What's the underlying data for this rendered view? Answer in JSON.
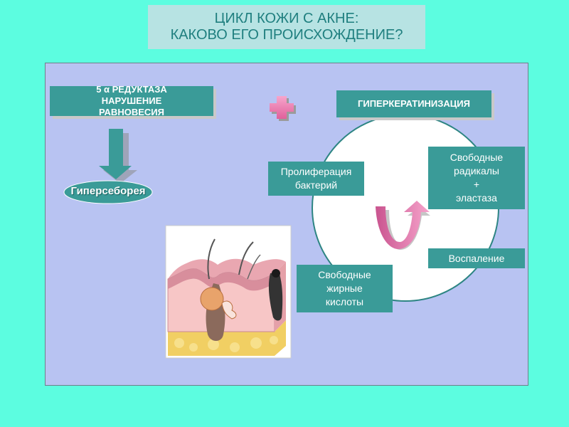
{
  "title": {
    "line1": "ЦИКЛ КОЖИ С АКНЕ:",
    "line2": "КАКОВО ЕГО ПРОИСХОЖДЕНИЕ?"
  },
  "left_box": {
    "line1": "5 α РЕДУКТАЗА",
    "line2": "НАРУШЕНИЕ",
    "line3": "РАВНОВЕСИЯ"
  },
  "hyperkeratinization": "ГИПЕРКЕРАТИНИЗАЦИЯ",
  "hyperseborrhea": "Гиперсеборея",
  "bacteria": {
    "line1": "Пролиферация",
    "line2": "бактерий"
  },
  "free_radicals": {
    "line1": "Свободные",
    "line2": "радикалы",
    "line3": "+",
    "line4": "эластаза"
  },
  "inflammation": "Воспаление",
  "fatty_acids": {
    "line1": "Свободные",
    "line2": "жирные",
    "line3": "кислоты"
  },
  "colors": {
    "background": "#5cfde0",
    "panel": "#b8c3f2",
    "teal": "#3a9b98",
    "plus": "#f06fa8"
  }
}
